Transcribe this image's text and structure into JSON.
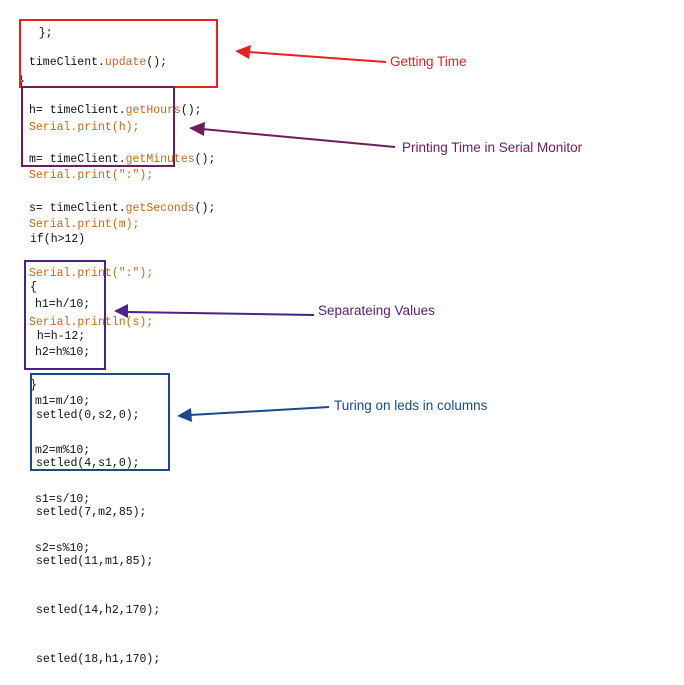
{
  "top_fragment": [
    "   };",
    "}"
  ],
  "block_time": [
    {
      "pre": "timeClient.",
      "fn": "update",
      "post": "();"
    },
    {
      "pre": "h= timeClient.",
      "fn": "getHours",
      "post": "();"
    },
    {
      "pre": "m= timeClient.",
      "fn": "getMinutes",
      "post": "();"
    },
    {
      "pre": "s= timeClient.",
      "fn": "getSeconds",
      "post": "();"
    }
  ],
  "block_serial": [
    {
      "obj": "Serial",
      "rest": ".print(h);"
    },
    {
      "obj": "Serial",
      "rest": ".print(\":\");"
    },
    {
      "obj": "Serial",
      "rest": ".print(m);"
    },
    {
      "obj": "Serial",
      "rest": ".print(\":\");"
    },
    {
      "obj": "Serial",
      "rest": ".println(s);"
    }
  ],
  "block_if": [
    "if(h>12)",
    "{",
    " h=h-12;",
    "}"
  ],
  "block_separate": [
    "h1=h/10;",
    "h2=h%10;",
    "m1=m/10;",
    "m2=m%10;",
    "s1=s/10;",
    "s2=s%10;"
  ],
  "block_setled": [
    "setled(0,s2,0);",
    "setled(4,s1,0);",
    "setled(7,m2,85);",
    "setled(11,m1,85);",
    "setled(14,h2,170);",
    "setled(18,h1,170);"
  ],
  "annotations": {
    "getting_time": "Getting Time",
    "printing_time": "Printing Time in Serial Monitor",
    "separating": "Separateing Values",
    "turing_on": "Turing on leds in columns"
  },
  "colors": {
    "red": "#e8201f",
    "purple_dark": "#6b1e5b",
    "indigo": "#4b2388",
    "navy": "#1a4a8a",
    "code_orange": "#c46a14"
  }
}
